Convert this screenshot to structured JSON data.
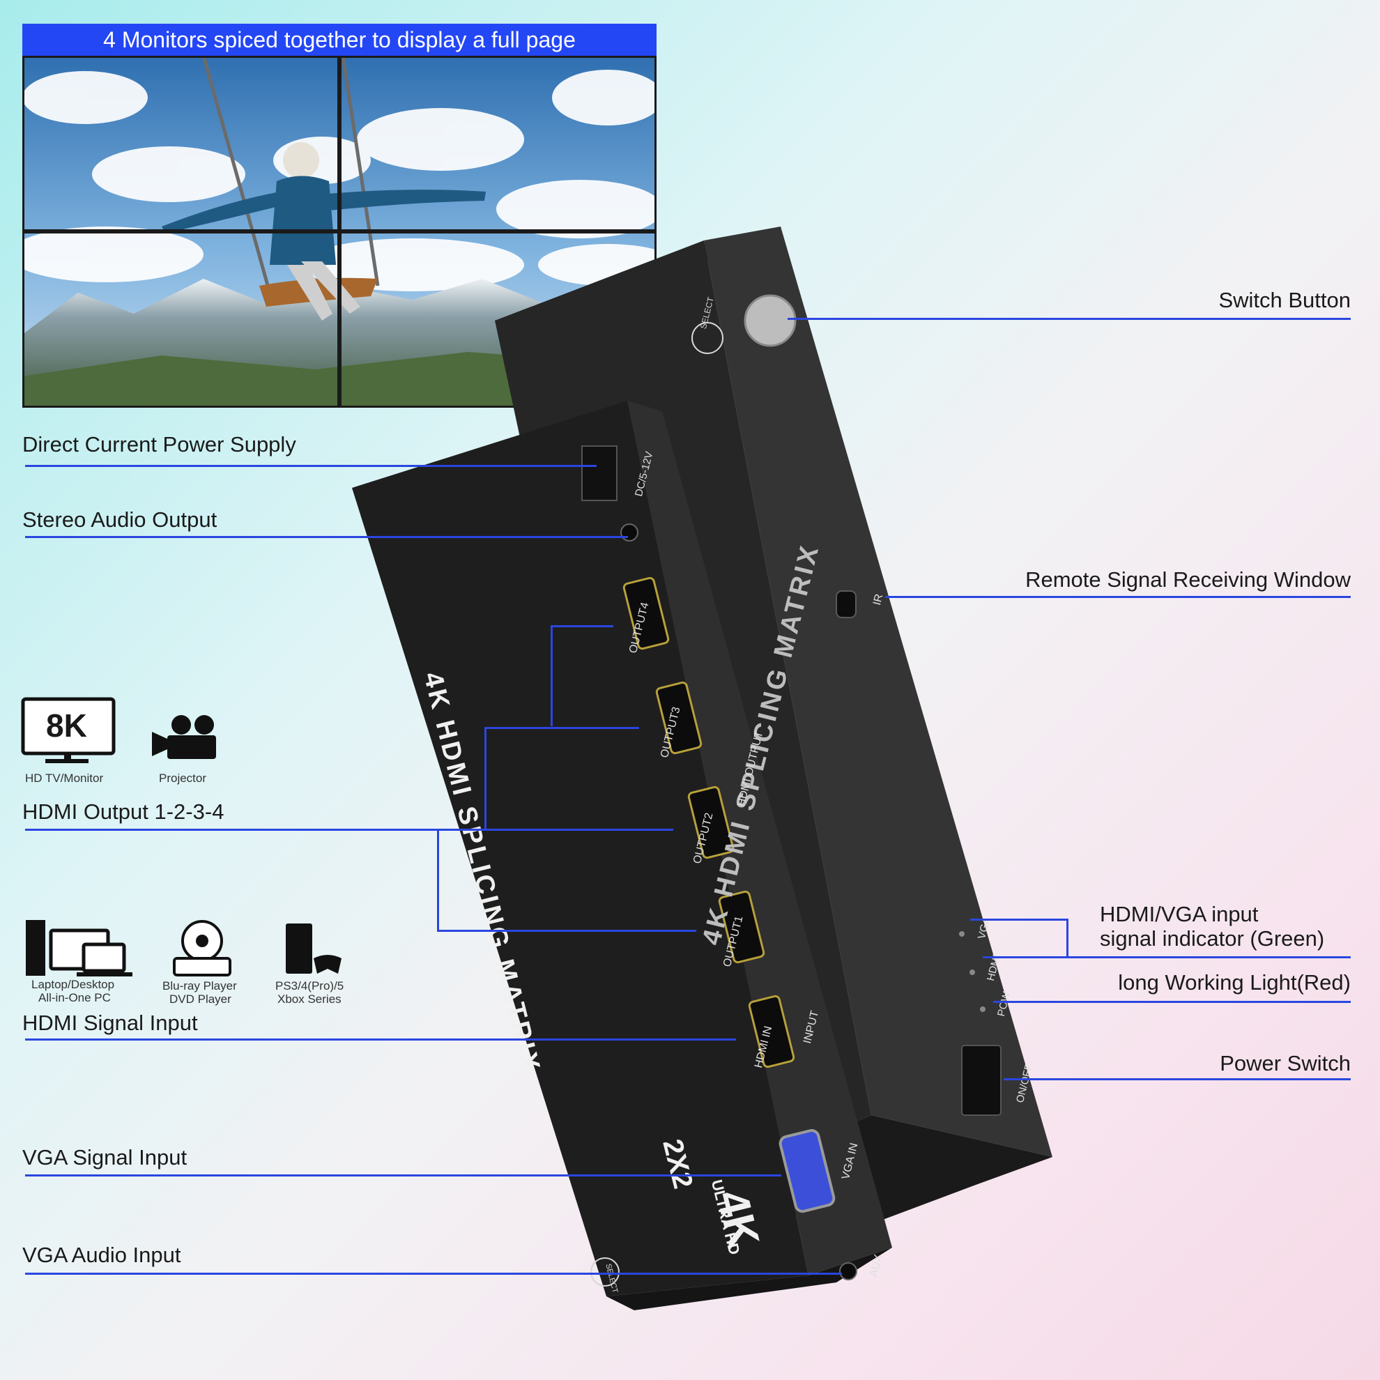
{
  "banner": {
    "text": "4 Monitors spiced together to display a full page"
  },
  "left_labels": {
    "dc_power": "Direct Current Power Supply",
    "stereo_audio": "Stereo Audio Output",
    "hdmi_output": "HDMI Output 1-2-3-4",
    "hdmi_input": "HDMI Signal Input",
    "vga_input": "VGA Signal Input",
    "vga_audio": "VGA Audio Input"
  },
  "right_labels": {
    "switch_button": "Switch Button",
    "remote_window": "Remote Signal Receiving Window",
    "indicator_line1": "HDMI/VGA input",
    "indicator_line2": "signal indicator (Green)",
    "working_light": "long Working Light(Red)",
    "power_switch": "Power Switch"
  },
  "output_devices": {
    "tv_badge": "8K",
    "tv_caption": "HD TV/Monitor",
    "projector_caption": "Projector"
  },
  "input_devices": {
    "pc_caption_1": "Laptop/Desktop",
    "pc_caption_2": "All-in-One PC",
    "bluray_caption_1": "Blu-ray Player",
    "bluray_caption_2": "DVD Player",
    "console_caption_1": "PS3/4(Pro)/5",
    "console_caption_2": "Xbox Series"
  },
  "device": {
    "side_title": "4K HDMI SPLICING MATRIX",
    "front_title": "4K HDMI SPLICING MATRIX",
    "badge_4k": "4K",
    "badge_ultra": "ULTRA HD",
    "badge_2x2": "2X2",
    "select": "SELECT",
    "dc": "DC/5-12V",
    "output4": "OUTPUT4",
    "output3": "OUTPUT3",
    "output2": "OUTPUT2",
    "output1": "OUTPUT1",
    "hdmi_output_group": "HDMI OUTPUT",
    "hdmi_in": "HDMI IN",
    "input_group": "INPUT",
    "vga_in": "VGA IN",
    "aux": "AUX",
    "ir": "IR",
    "vga_led": "VGA",
    "hdmi_led": "HDMI",
    "pow_led": "POW",
    "on_off": "ON/OFF"
  },
  "colors": {
    "accent": "#2447f5",
    "line": "#2a46e0",
    "device_body": "#242424"
  }
}
